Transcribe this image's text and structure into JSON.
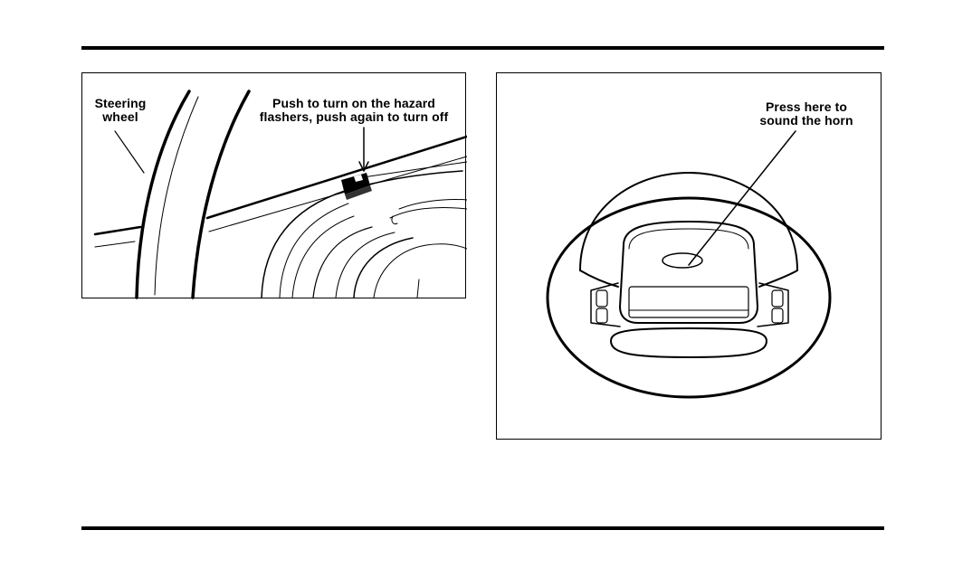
{
  "figures": {
    "hazard": {
      "steering_label": [
        "Steering",
        "wheel"
      ],
      "hazard_label": [
        "Push to turn on the hazard",
        "flashers, push again to turn off"
      ]
    },
    "horn": {
      "horn_label": [
        "Press here to",
        "sound the horn"
      ]
    }
  }
}
